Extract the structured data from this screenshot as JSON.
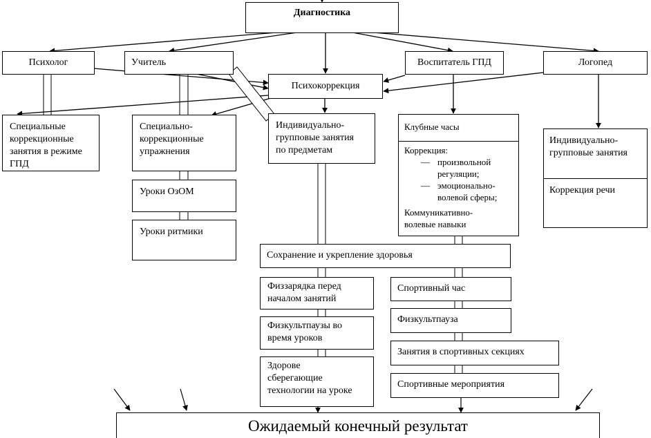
{
  "nodes": {
    "diagnostics": "Диагностика",
    "psychologist": "Психолог",
    "teacher": "Учитель",
    "gpd_educator": "Воспитатель ГПД",
    "speech_therapist": "Логопед",
    "psychocorrection": "Психокоррекция",
    "special_classes_gpd": "Специальные\nкоррекционные\nзанятия в режиме\nГПД",
    "special_exercises": "Специально-\nкоррекционные\nупражнения",
    "ozom_lessons": "Уроки ОзОМ",
    "rhythm_lessons": "Уроки ритмики",
    "subject_group_classes": "Индивидуально-\nгрупповые занятия\nпо предметам",
    "club_hours": {
      "title": "Клубные часы",
      "correction_label": "Коррекция:",
      "correction_items": [
        "произвольной\nрегуляции;",
        "эмоционально-\nволевой сферы;"
      ],
      "footer": "Коммуникативно-\nволевые навыки"
    },
    "speech_group": {
      "title": "Индивидуально-\nгрупповые занятия",
      "footer": "Коррекция речи"
    },
    "health": "Сохранение и укрепление здоровья",
    "morning_exercise": "Физзарядка перед\nначалом занятий",
    "lesson_pauses": "Физкультпаузы во\nвремя уроков",
    "health_tech": "Здорове\nсберегающие\nтехнологии на уроке",
    "sport_hour": "Спортивный час",
    "fitness_pause": "Физкультпауза",
    "sport_sections": "Занятия в спортивных секциях",
    "sport_events": "Спортивные мероприятия",
    "result": "Ожидаемый конечный результат"
  },
  "arrow_symbol": "—",
  "colors": {
    "line": "#000000",
    "background": "#ffffff"
  }
}
